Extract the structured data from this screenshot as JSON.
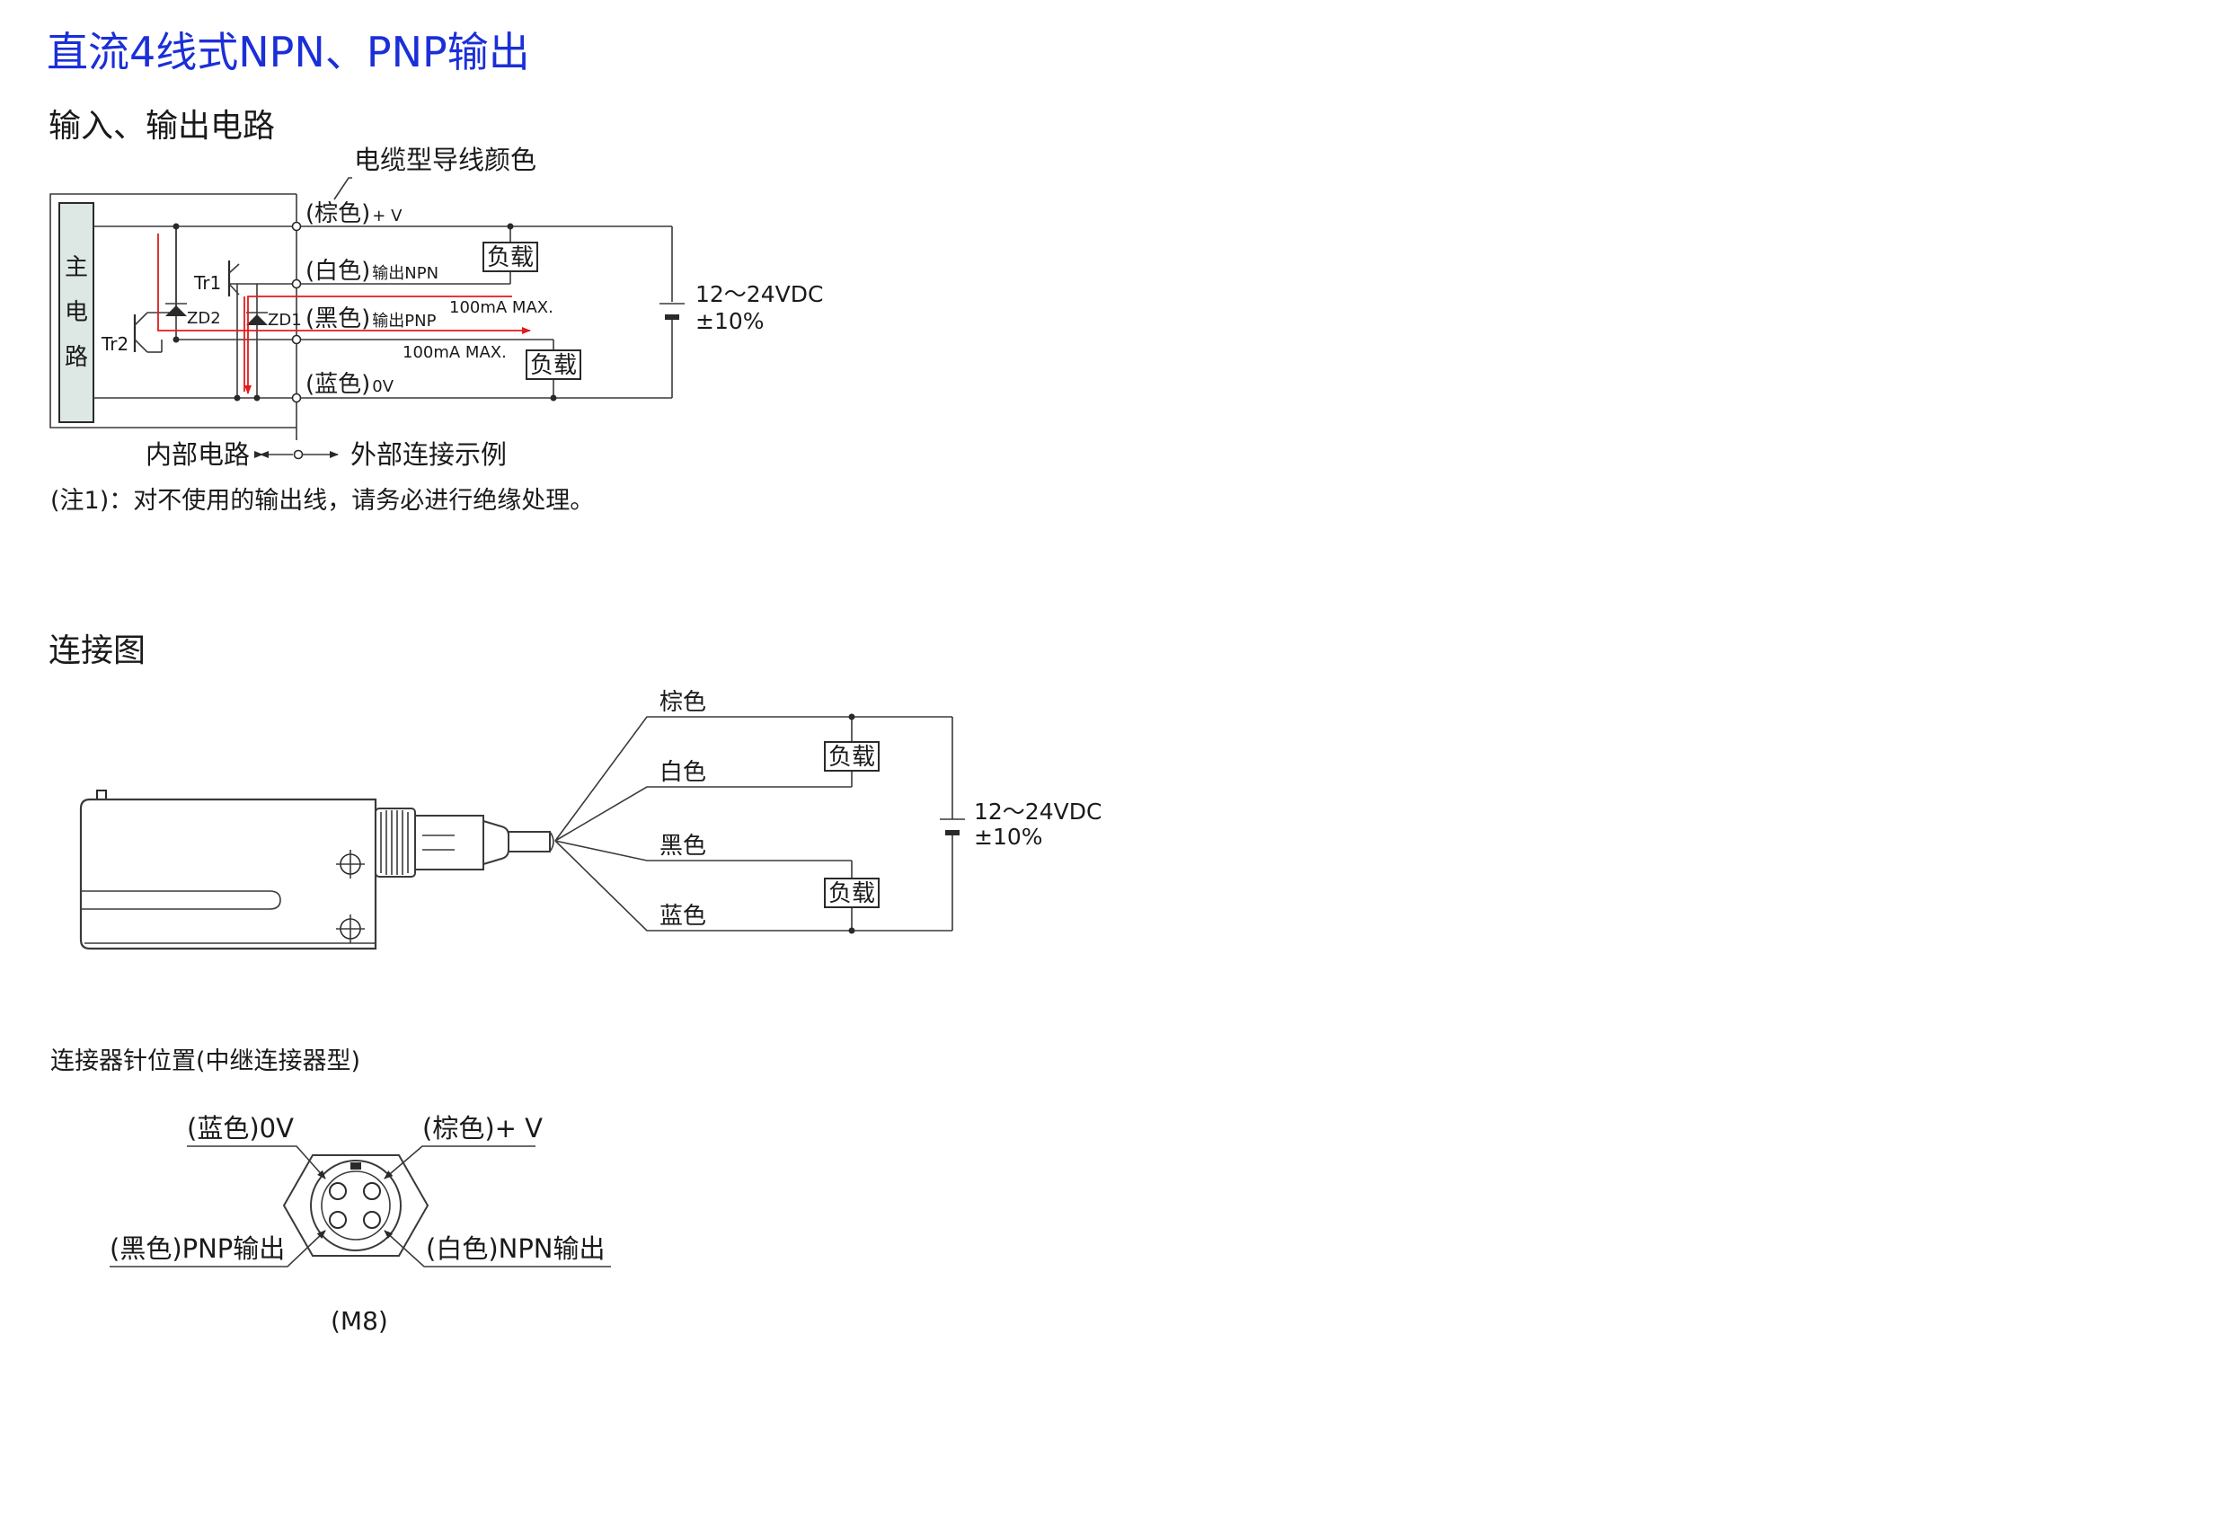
{
  "title": "直流4线式NPN、PNP输出",
  "colors": {
    "title": "#1b2fd8",
    "current_path": "#e21b1b",
    "main_circuit_fill": "#dde8e4"
  },
  "circuit": {
    "heading": "输入、输出电路",
    "cable_color_label": "电缆型导线颜色",
    "main_circuit": [
      "主",
      "电",
      "路"
    ],
    "wires": {
      "brown": "(棕色)",
      "brown_sub": "+ V",
      "white": "(白色)",
      "white_sub": "输出NPN",
      "black": "(黑色)",
      "black_sub": "输出PNP",
      "blue": "(蓝色)",
      "blue_sub": "0V"
    },
    "tr1": "Tr1",
    "tr2": "Tr2",
    "zd1": "ZD1",
    "zd2": "ZD2",
    "current_npn": "100mA MAX.",
    "current_pnp": "100mA MAX.",
    "load": "负载",
    "supply_voltage": "12～24VDC",
    "supply_tol": "±10%",
    "internal": "内部电路",
    "external": "外部连接示例",
    "note": "(注1)：对不使用的输出线，请务必进行绝缘处理。"
  },
  "connection": {
    "heading": "连接图",
    "brown": "棕色",
    "white": "白色",
    "black": "黑色",
    "blue": "蓝色",
    "load": "负载",
    "supply_voltage": "12～24VDC",
    "supply_tol": "±10%"
  },
  "pins": {
    "heading": "连接器针位置(中继连接器型)",
    "blue": "(蓝色)0V",
    "brown": "(棕色)+ V",
    "black": "(黑色)PNP输出",
    "white": "(白色)NPN输出",
    "size": "(M8)"
  }
}
